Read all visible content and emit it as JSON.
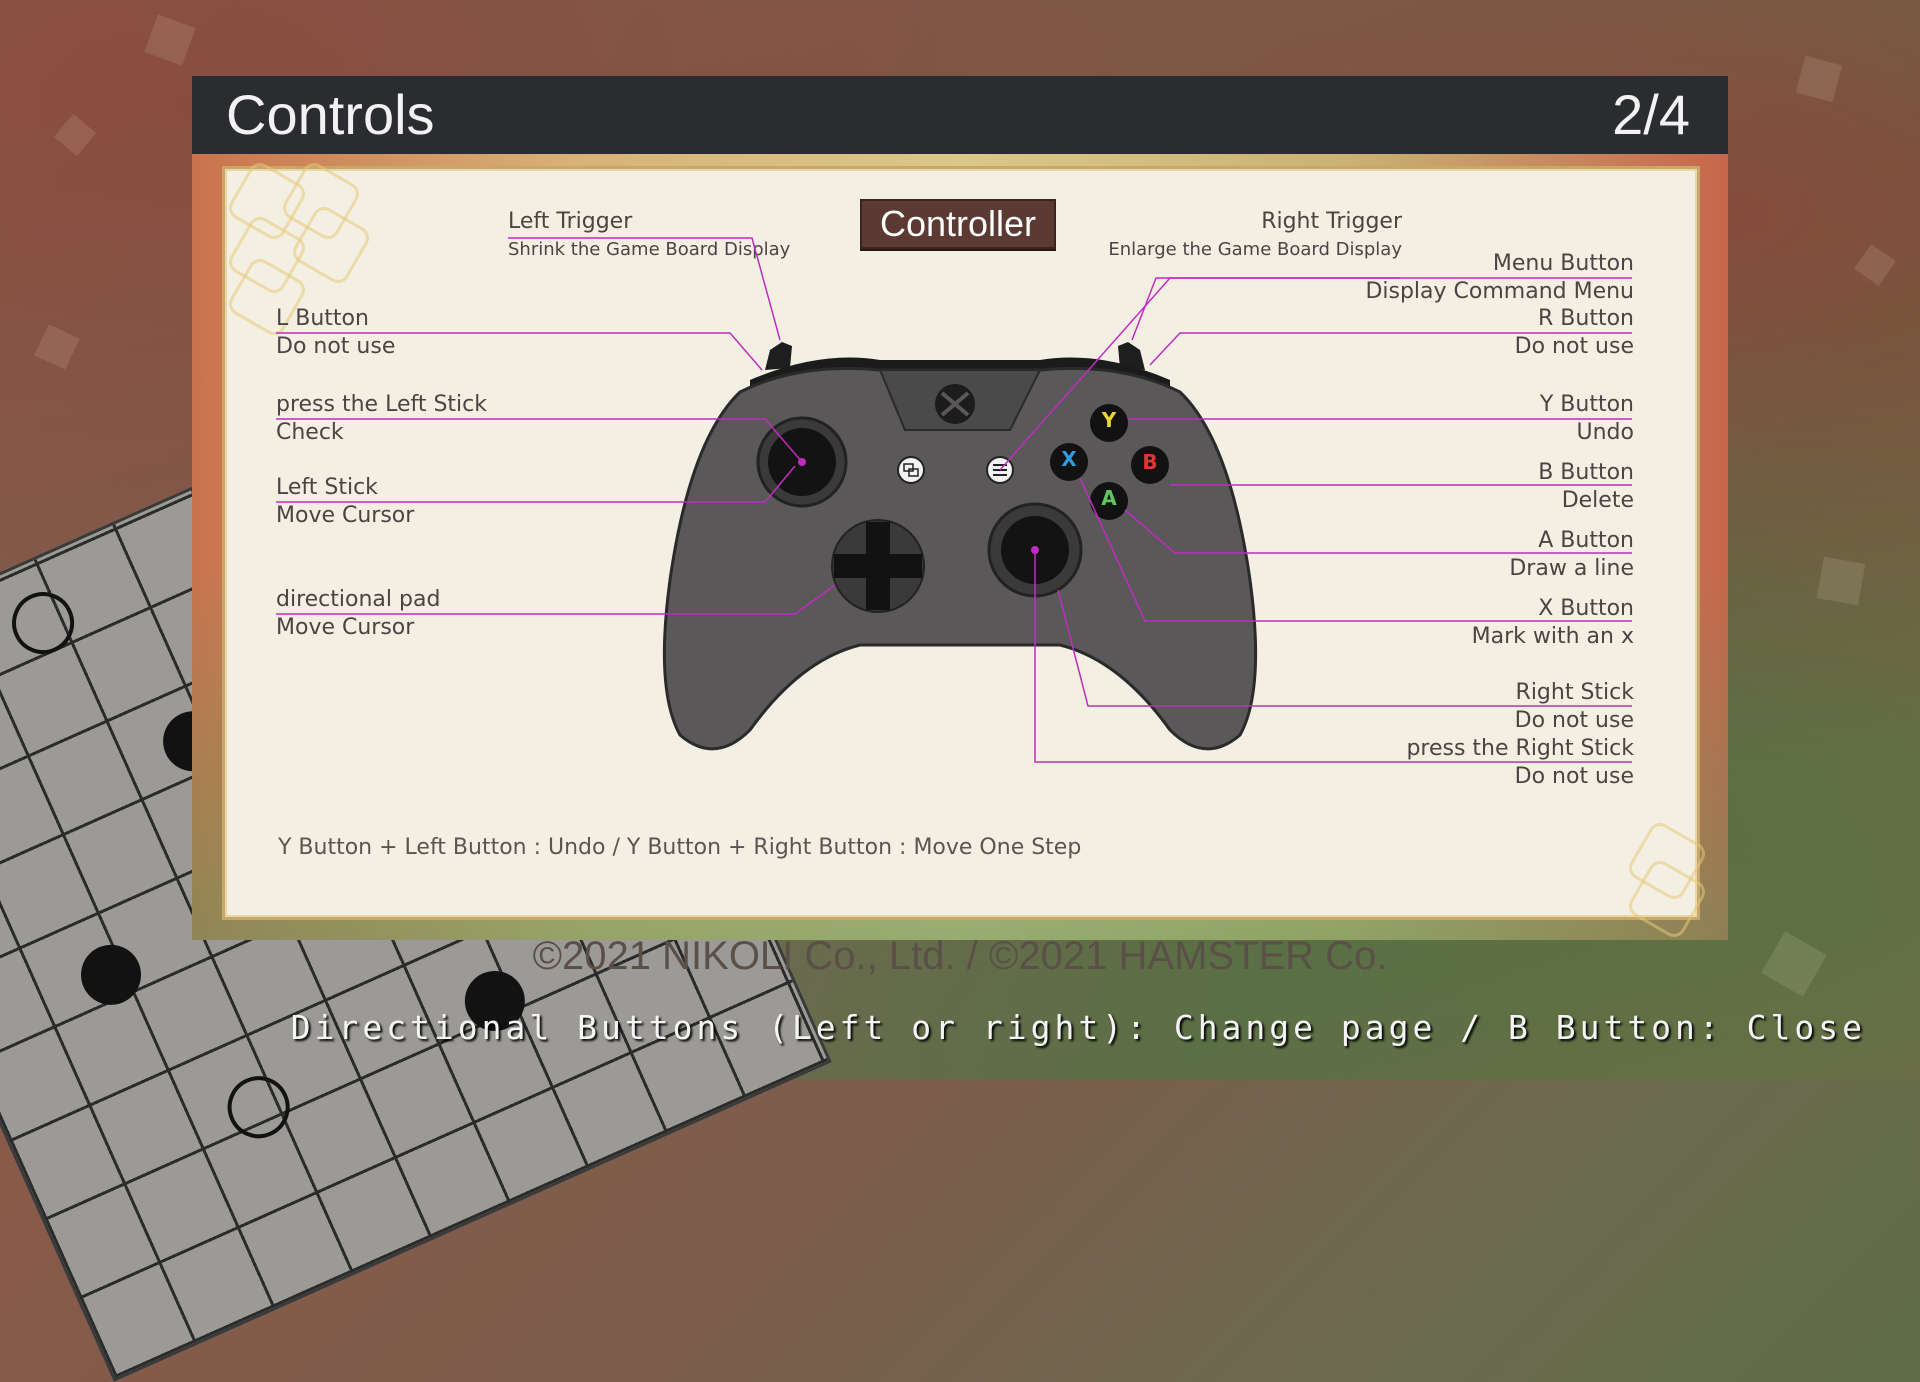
{
  "header": {
    "title": "Controls",
    "page": "2/4"
  },
  "controller_heading": "Controller",
  "left_trigger": {
    "name": "Left Trigger",
    "action": "Shrink the Game Board Display"
  },
  "right_trigger": {
    "name": "Right Trigger",
    "action": "Enlarge the Game Board Display"
  },
  "left_labels": [
    {
      "name": "L Button",
      "action": "Do not use"
    },
    {
      "name": "press the Left Stick",
      "action": "Check"
    },
    {
      "name": "Left Stick",
      "action": "Move Cursor"
    },
    {
      "name": "directional pad",
      "action": "Move Cursor"
    }
  ],
  "right_labels": [
    {
      "name": "Menu Button",
      "action": "Display Command Menu"
    },
    {
      "name": "R Button",
      "action": "Do not use"
    },
    {
      "name": "Y Button",
      "action": "Undo"
    },
    {
      "name": "B Button",
      "action": "Delete"
    },
    {
      "name": "A Button",
      "action": "Draw a line"
    },
    {
      "name": "X Button",
      "action": "Mark with an x"
    },
    {
      "name": "Right Stick",
      "action": "Do not use"
    },
    {
      "name": "press the Right Stick",
      "action": "Do not use"
    }
  ],
  "face_buttons": {
    "y": "Y",
    "x": "X",
    "b": "B",
    "a": "A"
  },
  "combo_text": "Y Button + Left Button : Undo  /  Y Button + Right Button : Move One Step",
  "copyright": "©2021 NIKOLI Co., Ltd. / ©2021 HAMSTER Co.",
  "hint": "Directional Buttons (Left or right): Change page / B Button: Close",
  "colors": {
    "accent_line": "#c02cc0",
    "header_bg": "#2b2c30",
    "card_bg": "#f4efe3",
    "title_box": "#5a3a32"
  }
}
